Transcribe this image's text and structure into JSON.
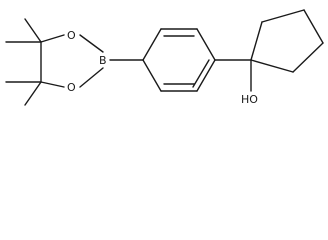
{
  "structure": {
    "atom_labels": {
      "o_upper": "O",
      "boron": "B",
      "o_lower": "O",
      "hydroxyl": "HO"
    }
  }
}
